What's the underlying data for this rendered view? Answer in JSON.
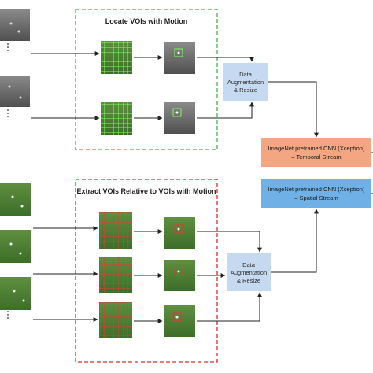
{
  "top_panel": {
    "title": "Locate VOIs with Motion",
    "border_color": "#4caf50"
  },
  "bottom_panel": {
    "title": "Extract VOIs Relative to VOIs with Motion",
    "border_color": "#d32f2f"
  },
  "augment_top": {
    "lines": [
      "Data",
      "Augmentation",
      "& Resize"
    ],
    "fill": "#c5d9f1"
  },
  "augment_bottom": {
    "lines": [
      "Data",
      "Augmentation",
      "& Resize"
    ],
    "fill": "#c5d9f1"
  },
  "cnn_temporal": {
    "lines": [
      "ImageNet pretrained CNN (Xception)",
      "– Temporal Stream"
    ],
    "fill": "#f4a582"
  },
  "cnn_spatial": {
    "lines": [
      "ImageNet pretrained CNN (Xception)",
      "– Spatial Stream"
    ],
    "fill": "#6fb0e6"
  }
}
